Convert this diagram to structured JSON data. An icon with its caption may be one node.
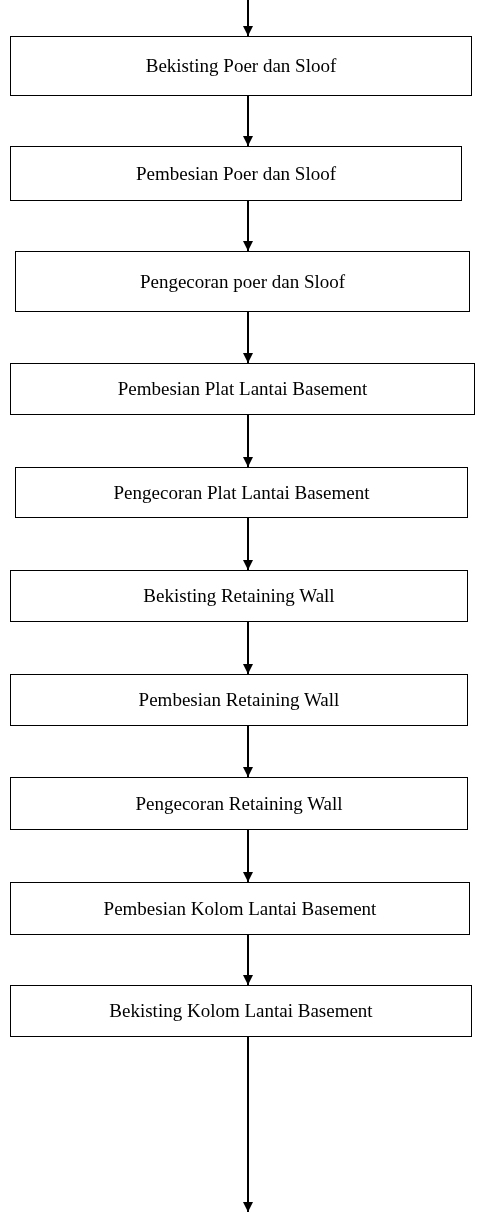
{
  "diagram": {
    "nodes": [
      {
        "text": [
          "Bekisting Poer dan Sloof"
        ]
      },
      {
        "text": [
          "Pembesian Poer dan Sloof"
        ]
      },
      {
        "text": [
          "Pengecoran poer dan Sloof"
        ]
      },
      {
        "text": [
          "Pembesian Plat Lantai Basement"
        ]
      },
      {
        "text": [
          "Pengecoran Plat Lantai Basement"
        ]
      },
      {
        "text": [
          "Bekisting Retaining Wall"
        ]
      },
      {
        "text": [
          "Pembesian Retaining Wall"
        ]
      },
      {
        "text": [
          "Pengecoran Retaining Wall"
        ]
      },
      {
        "text": [
          "Pembesian Kolom Lantai Basement"
        ]
      },
      {
        "text": [
          "Bekisting Kolom Lantai Basement"
        ]
      }
    ],
    "edges": [
      {
        "from": null,
        "to": 0,
        "arrow": "to"
      },
      {
        "from": 0,
        "to": 1,
        "arrow": "to"
      },
      {
        "from": 1,
        "to": 2,
        "arrow": "to"
      },
      {
        "from": 2,
        "to": 3,
        "arrow": "to"
      },
      {
        "from": 3,
        "to": 4,
        "arrow": "to"
      },
      {
        "from": 4,
        "to": 5,
        "arrow": "to"
      },
      {
        "from": 5,
        "to": 6,
        "arrow": "to"
      },
      {
        "from": 6,
        "to": 7,
        "arrow": "to"
      },
      {
        "from": 7,
        "to": 8,
        "arrow": "to"
      },
      {
        "from": 8,
        "to": 9,
        "arrow": "to"
      },
      {
        "from": 9,
        "to": null,
        "arrow": "to"
      }
    ]
  }
}
